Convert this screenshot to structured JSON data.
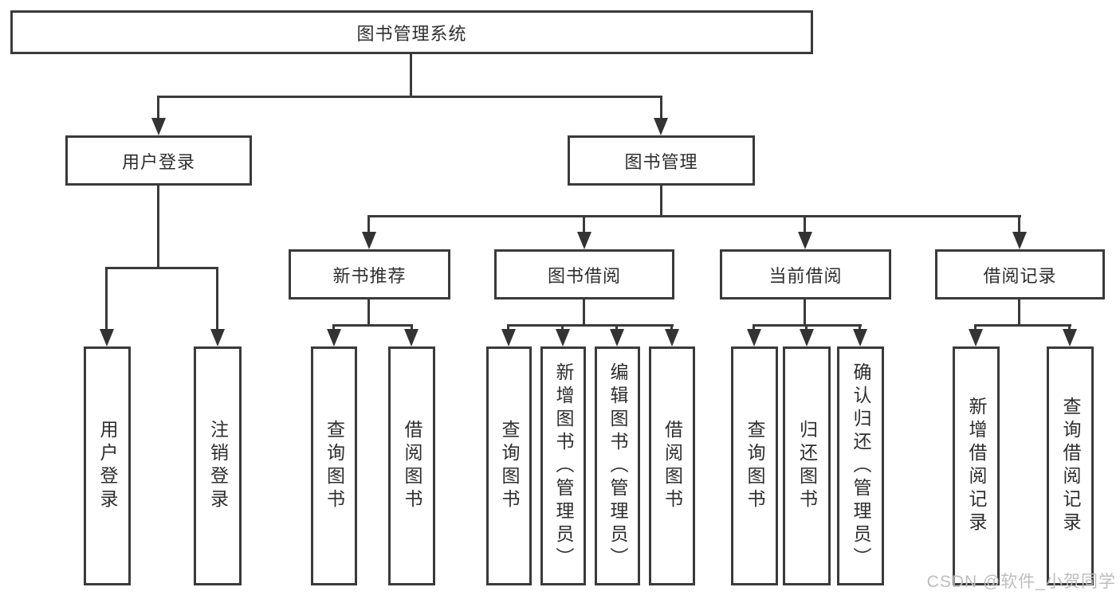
{
  "diagram": {
    "root": {
      "label": "图书管理系统"
    },
    "branches": [
      {
        "label": "用户登录",
        "children": [
          {
            "label": "用户登录"
          },
          {
            "label": "注销登录"
          }
        ]
      },
      {
        "label": "图书管理",
        "children": [
          {
            "label": "新书推荐",
            "children": [
              {
                "label": "查询图书"
              },
              {
                "label": "借阅图书"
              }
            ]
          },
          {
            "label": "图书借阅",
            "children": [
              {
                "label": "查询图书"
              },
              {
                "label": "新增图书（管理员）"
              },
              {
                "label": "编辑图书（管理员）"
              },
              {
                "label": "借阅图书"
              }
            ]
          },
          {
            "label": "当前借阅",
            "children": [
              {
                "label": "查询图书"
              },
              {
                "label": "归还图书"
              },
              {
                "label": "确认归还（管理员）"
              }
            ]
          },
          {
            "label": "借阅记录",
            "children": [
              {
                "label": "新增借阅记录"
              },
              {
                "label": "查询借阅记录"
              }
            ]
          }
        ]
      }
    ]
  },
  "watermark": {
    "text": "CSDN @软件_小贺同学"
  },
  "colors": {
    "line": "#3a3a3a",
    "background": "#ffffff",
    "watermark": "#bdbdbd"
  }
}
